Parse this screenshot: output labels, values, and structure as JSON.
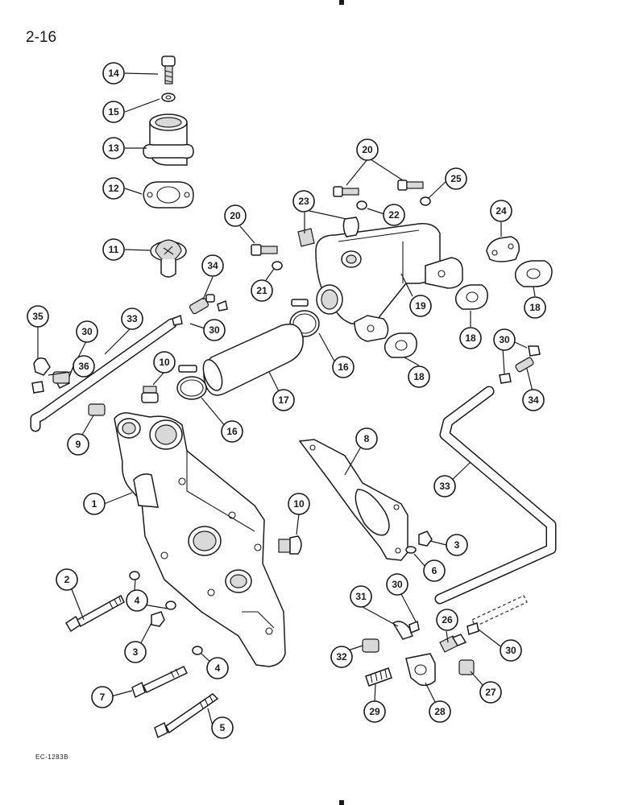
{
  "page": {
    "number": "2-16",
    "figure_code": "EC-1283B"
  },
  "callouts": [
    {
      "id": "c14a",
      "number": "14",
      "part": "bolt"
    },
    {
      "id": "c15a",
      "number": "15",
      "part": "lock-washer"
    },
    {
      "id": "c13a",
      "number": "13",
      "part": "water-outlet-elbow"
    },
    {
      "id": "c12a",
      "number": "12",
      "part": "gasket"
    },
    {
      "id": "c11a",
      "number": "11",
      "part": "thermostat"
    },
    {
      "id": "c20a",
      "number": "20",
      "part": "bolt"
    },
    {
      "id": "c25a",
      "number": "25",
      "part": "washer"
    },
    {
      "id": "c22a",
      "number": "22",
      "part": "washer"
    },
    {
      "id": "c23a",
      "number": "23",
      "part": "plug"
    },
    {
      "id": "c20b",
      "number": "20",
      "part": "bolt"
    },
    {
      "id": "c21a",
      "number": "21",
      "part": "washer"
    },
    {
      "id": "c24a",
      "number": "24",
      "part": "cover-plate"
    },
    {
      "id": "c18a",
      "number": "18",
      "part": "gasket"
    },
    {
      "id": "c19a",
      "number": "19",
      "part": "manifold"
    },
    {
      "id": "c18b",
      "number": "18",
      "part": "gasket"
    },
    {
      "id": "c18c",
      "number": "18",
      "part": "gasket"
    },
    {
      "id": "c34a",
      "number": "34",
      "part": "fitting"
    },
    {
      "id": "c30a",
      "number": "30",
      "part": "clamp"
    },
    {
      "id": "c35a",
      "number": "35",
      "part": "elbow"
    },
    {
      "id": "c30b",
      "number": "30",
      "part": "clamp"
    },
    {
      "id": "c33a",
      "number": "33",
      "part": "tube"
    },
    {
      "id": "c36a",
      "number": "36",
      "part": "fitting"
    },
    {
      "id": "c10a",
      "number": "10",
      "part": "plug"
    },
    {
      "id": "c16a",
      "number": "16",
      "part": "hose-clamp"
    },
    {
      "id": "c17a",
      "number": "17",
      "part": "hose"
    },
    {
      "id": "c16b",
      "number": "16",
      "part": "hose-clamp"
    },
    {
      "id": "c30c",
      "number": "30",
      "part": "clamp"
    },
    {
      "id": "c34b",
      "number": "34",
      "part": "fitting"
    },
    {
      "id": "c9a",
      "number": "9",
      "part": "plug"
    },
    {
      "id": "c8a",
      "number": "8",
      "part": "plate"
    },
    {
      "id": "c33b",
      "number": "33",
      "part": "tube"
    },
    {
      "id": "c1a",
      "number": "1",
      "part": "housing"
    },
    {
      "id": "c10b",
      "number": "10",
      "part": "plug"
    },
    {
      "id": "c3a",
      "number": "3",
      "part": "nut"
    },
    {
      "id": "c6a",
      "number": "6",
      "part": "lock-washer"
    },
    {
      "id": "c2a",
      "number": "2",
      "part": "bolt"
    },
    {
      "id": "c4a",
      "number": "4",
      "part": "lock-washer"
    },
    {
      "id": "c30d",
      "number": "30",
      "part": "clamp"
    },
    {
      "id": "c31a",
      "number": "31",
      "part": "elbow"
    },
    {
      "id": "c26a",
      "number": "26",
      "part": "fitting"
    },
    {
      "id": "c3b",
      "number": "3",
      "part": "nut"
    },
    {
      "id": "c32a",
      "number": "32",
      "part": "plug"
    },
    {
      "id": "c30e",
      "number": "30",
      "part": "clamp"
    },
    {
      "id": "c4b",
      "number": "4",
      "part": "lock-washer"
    },
    {
      "id": "c7a",
      "number": "7",
      "part": "bolt"
    },
    {
      "id": "c27a",
      "number": "27",
      "part": "plug"
    },
    {
      "id": "c29a",
      "number": "29",
      "part": "nipple"
    },
    {
      "id": "c28a",
      "number": "28",
      "part": "elbow"
    },
    {
      "id": "c5a",
      "number": "5",
      "part": "bolt"
    }
  ]
}
